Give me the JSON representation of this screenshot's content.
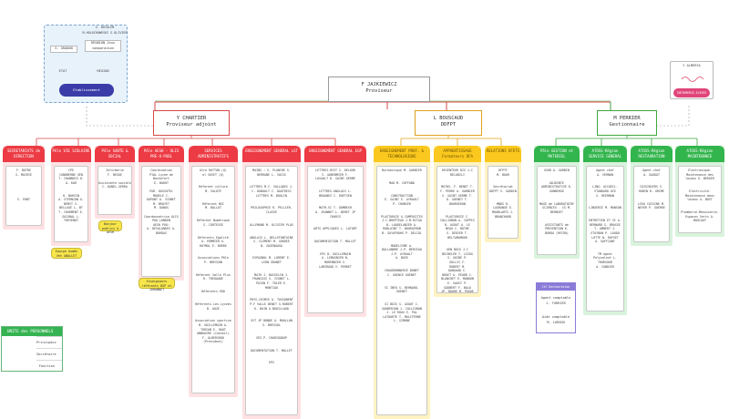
{
  "top_left_panel": {
    "names_top": "X. BOTALEM\nB.HOLOCHOWESKI S.OLIVIER",
    "box_a": "S. GRADON",
    "box_b": "REUNION  Jeux\ncomparaison",
    "label_a": "ETAT",
    "label_b": "REGION",
    "pill": "Etablissement"
  },
  "director": {
    "name": "F JAJKIEWICZ",
    "role": "Proviseur"
  },
  "adjoint": {
    "name": "Y CHARTIER",
    "role": "Proviseur adjoint"
  },
  "ddfpt": {
    "name": "L BOUSCAUD",
    "role": "DDFPT"
  },
  "gestion": {
    "name": "M PERRIER",
    "role": "Gestionnaire"
  },
  "infirmerie": {
    "name": "Y ALMERYA",
    "pill": "INFIRMERIE-ELEVES"
  },
  "depts": [
    {
      "title": "SECRETARIATS\nde DIRECTION",
      "lines": "F. BOTRE\nS. MAIRIE\n\n\n\n\n\nS. PONT"
    },
    {
      "title": "Pôle VIE\nSCOLAIRE",
      "lines": "CPE\nCANOBERNE   GEN\nT. CHANNOIS  H.\nA. KAR\n\n\nH. NURSIN\nA. STERNION  A.\nBEMIT   S.\nBELLAGE  L. BT\nT. CHARMENT  E.\nSAIGNAL  L.\nTHEVENOT"
    },
    {
      "title": "Pôle SANTE &\nSOCIAL",
      "lines": "Infirmerie\nF. BEGUE\n\nAssistante sociale\nC. DANEL-SERRA"
    },
    {
      "title": "Pôle AESH - ULIS\nPRE-U-PUBL",
      "lines": "Coordination\nPIAL Lycee de\nBochefort\nE. BAROT\n\nPAR. DUSSUTEL\nMODELE   C.\nDUPONT  A. VIGNET\nM. BRUYET\nM. DANOS\n\nCoordonnatrice ULIS\nPOO LONDEN\nAESH POO:\nA. DEVALANDES   A.\nBORDAS"
    },
    {
      "title": "SERVICES\nADMINISTRATIFS",
      "lines": "Atre   ROTTON (U)\nel SUVET (U)\n\n\nRéferent culture\nM. VALOTE\n\n\nRéferent NSI\nM. BALLOT\n\n\nRéferent Numérique\nS. CORTESSE\n\n\nRéferents Egalité\nA. POMMIER  A.\nRAYMAL  E. BORDE\n\n\nAssociations Pôle\nP. BRESSON\n\n\nRéferent Salle Plus\nR. THEDAUDE\n\n\nRéferents EDD\n\n\nRéferents Les Lycees\nB. AUZE\n\n\nAssociation sportive\nB. GUILLEMAIN  A.\nTORIAN   E. HAUT\nANNUAIRE (Conseil)\nF. ALBERSHOD (President)"
    },
    {
      "title": "ENSEIGNEMENT\nGENERAL LGT",
      "lines": "MAINS :  S. PLANCHE  S.\nBERRANE  L. VAISS\n\n\nLETTRES  M-C. VALLADES  J.\nC. DUBOULT  C. DAUTRESC\nLETTRES  M. BOULIN\n\n\nPHILOSOPHIE  R. PELLIER-\nCLASSE\n\n\nALLEMAND   M. OLIVIER PLUS\n\n\nANGLAIS   L. BELLEFONTAINE\n  S. CLEMENT  M. GORDEE\n  N. ZUGENAUGA\n\n\nESPAGNOL   M. LORENT  E.\nLEON GRANET\n\n\nMATH   J. BASSELIN  J.\nFRANCOIS   S. VIGNET  L.\nPAIGN   F. TOLER  E.\nMONTIAU\n\n\nPHYS-CHIMIE  A. TUSSOBENT\nP-F VALLE   BENET  G.ROBERT\n  K. BAIN   A.BOUILLAUD\n\n\nSVT  JP BONDE  A. MOULLON\nS. BRESSOL\n\n\nSES  P. CHARIOUDUP\n\n\nDOCUMENTATION  T. MALLET\n\n\nEPS"
    },
    {
      "title": "ENSEIGNEMENT\nGENERAL EGP",
      "lines": "LETTRES-HIST  I. DELOUR\nS. AUBENMIER  F.\nLAVAULT  D. SAINT-GERME\n\n\nLETTRES-ANGLAIS  L.\nBRAUNEZ  C. ROETSEN\n\n\nMATH-SC  T. DOMBESH\nA. JEANNET  L. BERET  JP\nCHARIS\n\n\nARTS APPLIQUES  L. LATORT\n\n\nDOCUMENTATION  T. MALLET\n\n\nEPS   B. GUILLEMAIN\n  A. LEMASNIER  N.\nMORENNIER  V.\nLAMIRAUD  V. PERRET"
    },
    {
      "title": "ENSEIGNEMENT PROF. &\nTECHNOLOGIQUE",
      "lines": "Bureautique  M. GARBIER\n\n\nMAD   M. CUFFAND\n\n\nCONSTRUCTION\nE. SAINT  E. AYRAULT\nP. CHONIER\n\n\nPLASTURGIE & COMPOSITES\nJ-C.BREPTEAU  J-M.RITAU\n  B. LAUDELANIER  A.\nROBLAINT  T. BOURGERON\nB. GUYAFROHG  P. DELCOL\n\n\nMODELISME   A.\nBALLANDRE  J-P. BERCEAU\n  J-P. AYRAULT\n  A. BOSE\n\n\nCHAUDRONNERIE  BONET\n  C. GUENCE  GUENET\n\n\nSC INFO   S. BERNARD-\nGUENET\n\n\nSI   BOIS   S. AGOUT   C.\nGOUBERIAN  J. COLLIGNON\n  J. LE ROUX  E. PAL\nLATOURTE   T. MALIFERNE\n  L. SIMONE"
    },
    {
      "title": "APPRENTISSAGE\nFormateurs UFA",
      "lines": "RESENTEUR DIS  J-C\nBELABILI\n\n\nMATHS-   F. BENET  T.\nF. PERRE  A. GARNIER\nS. SAINT-GERME  T.\nD. GUENET  T.\nBOURGERON\n\n\nPLASTURGIE  C.\nCOLLIGNON  A. CAPPIS\n  B. AGOUT  A. LE\nBEAU   C. BOTHE\nS. DEDIER  T.\nBELTAMAMOUR\n\n\nGEN BOIS   J-C\nBECHELER  T. LIEUX\nS. GUIBE   P.\nGOLLIS  F.\nROBERT   M.\nDANGAUD   C.\nBOUET  A. PEARD  C.\nBLANCHET   E. MANOON\nE. SAUST   P.\nGODBERT  F. BALD\nJP. BOURE  M. POGOE"
    },
    {
      "title": "RELATIONS\nDFETS",
      "lines": "DFPTF\nM. BOUR\n\n\nSecrétariat\nDDFPT  S. GARDIN\n\n\nMNDS  R.\nLAGRANGE  E.\nMOUBLAHTS  J.\nBRANCHARD"
    },
    {
      "title": "Pôle GESTION et\nMATERIEL",
      "lines": "GSOR   A. GARBIN\n\n\nADJOINTE\nADMINISTRATIVE  K.\nGONBERGE\n\n\nMAGE de LABORATOIRE\nSCIENCES - CS  M.\nBERNSET\n\n\nASSISTANTS de\nPREVENTION  K.\nBORDA (RECRU)"
    },
    {
      "title": "ATOSS-Région\nSERVICE GENERAL",
      "lines": "Agent chef\nA. VERNON\n\n\nLING: ACCUEIL-\nSTANDARD OCE\nS. HEERMAN\n\n\nLINGERIE  M. MANSON\n\n\nENTRETIEN ET VI  A.\nBERNARD  S. BRASSE\n  T. AMBERT  J.\nSTAYBAN  P. LOUDO\nLOTTE   N. ROFSET\n  A. GAFFIANT\n\n\nTM   Agent\nPolyvalent  L. THURSOUR\nA. CANDIER"
    },
    {
      "title": "ATOSS-Région\nRESTAURATION",
      "lines": "Agent chef\nA. GAUDAT\n\n\nCUISINIERS   S.\nRUBIN   R. GRIME\n\n\nLEGU CUISINE   M.\nNEVER   P. GUERRE"
    },
    {
      "title": "ATOSS-Région\nMAINTENANCE",
      "lines": "Electronique-\nMaintenance des\nlocaux   G. BERGER\n\n\nElectricité-\nMaintenance dans\nlocaux   A. BOST\n\n\nPlomberie-Menuiserie-\nEspaces Verts   A.\nBOUCAUT"
    }
  ],
  "notes": {
    "vie_scolaire_yellow": "Equipe Aumôn  Veh\nABALLET",
    "sante_yellow": "Bonjour publics\n& AESH",
    "aesh_yellow": "Enseignants référents\nDSP  et JOHANNET",
    "gestion_purple_title": "LYC Restauration",
    "gestion_purple_a": "Agent comptable\nJ. TURRIER",
    "gestion_purple_b": "Aide comptable\nM. LURSEN"
  },
  "legend": {
    "title": "UNITE des PERSONNELS",
    "rows": [
      "Principaux",
      "Secrétaire",
      "Fonction"
    ]
  },
  "colors": {
    "red": "#ec3b44",
    "orange_yellow": "#fac81e",
    "green": "#33b54d",
    "blue_panel": "#e8f2fb",
    "navy_pill": "#3b3ca8",
    "magenta": "#e0457a"
  }
}
